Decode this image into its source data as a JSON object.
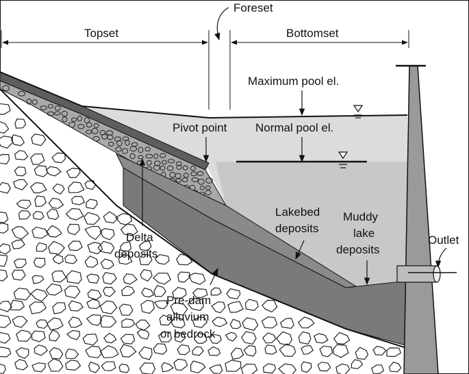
{
  "labels": {
    "foreset": "Foreset",
    "topset": "Topset",
    "bottomset": "Bottomset",
    "maximum_pool": "Maximum pool el.",
    "normal_pool": "Normal pool el.",
    "pivot_point": "Pivot point",
    "delta_deposits_line1": "Delta",
    "delta_deposits_line2": "deposits",
    "lakebed_deposits_line1": "Lakebed",
    "lakebed_deposits_line2": "deposits",
    "muddy_lake_line1": "Muddy",
    "muddy_lake_line2": "lake",
    "muddy_lake_line3": "deposits",
    "outlet": "Outlet",
    "predam_line1": "Pre-dam",
    "predam_line2": "alluvium",
    "predam_line3": "or bedrock"
  },
  "colors": {
    "max_pool_water": "#dcdcdc",
    "normal_pool_water": "#c4c4c4",
    "delta_deposit": "#a9a9a9",
    "lakebed_deposit": "#8a8a8a",
    "muddy_deposit": "#7a7a7a",
    "topset_surface": "#5a5a5a",
    "dam": "#9a9a9a",
    "outline": "#111111"
  },
  "icons": {
    "water_surface": "inverted-triangle-water-level-icon",
    "arrow": "arrowhead-icon"
  }
}
